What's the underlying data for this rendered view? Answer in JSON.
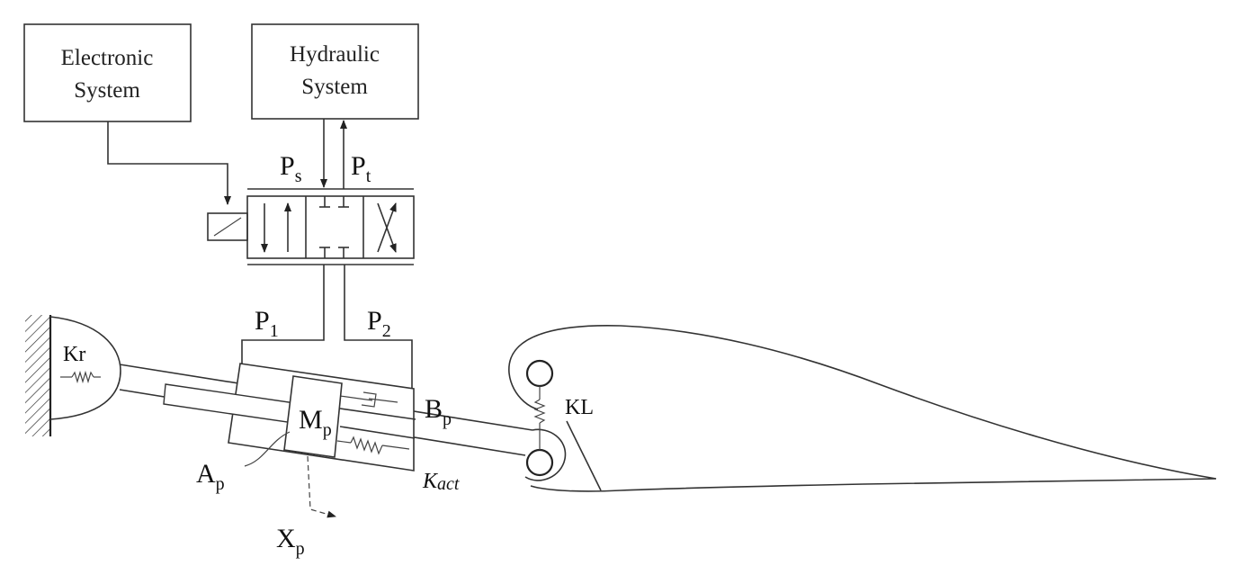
{
  "blocks": {
    "electronic": [
      "Electronic",
      "System"
    ],
    "hydraulic": [
      "Hydraulic",
      "System"
    ]
  },
  "labels": {
    "ps": {
      "main": "P",
      "sub": "s"
    },
    "pt": {
      "main": "P",
      "sub": "t"
    },
    "p1": {
      "main": "P",
      "sub": "1"
    },
    "p2": {
      "main": "P",
      "sub": "2"
    },
    "mp": {
      "main": "M",
      "sub": "p"
    },
    "bp": {
      "main": "B",
      "sub": "p"
    },
    "ap": {
      "main": "A",
      "sub": "p"
    },
    "xp": {
      "main": "X",
      "sub": "p"
    },
    "kr": "Kr",
    "kl": "KL",
    "kact": {
      "main": "K",
      "sub": "act"
    }
  }
}
